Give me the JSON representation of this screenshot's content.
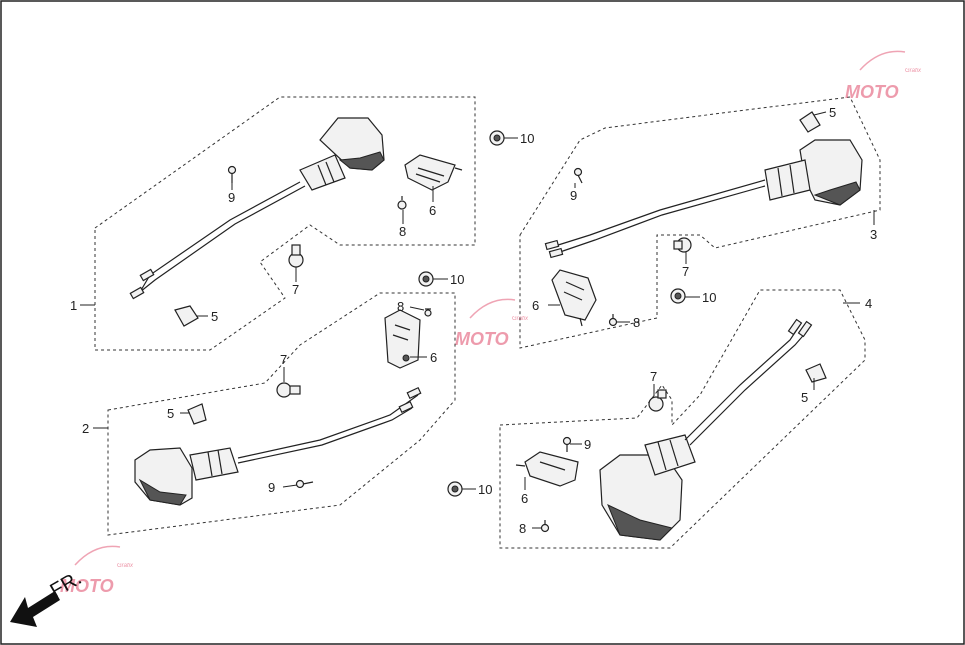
{
  "callouts": {
    "c1": "1",
    "c2": "2",
    "c3": "3",
    "c4": "4",
    "c5a": "5",
    "c5b": "5",
    "c5c": "5",
    "c5d": "5",
    "c6a": "6",
    "c6b": "6",
    "c6c": "6",
    "c6d": "6",
    "c7a": "7",
    "c7b": "7",
    "c7c": "7",
    "c7d": "7",
    "c8a": "8",
    "c8b": "8",
    "c8c": "8",
    "c8d": "8",
    "c9a": "9",
    "c9b": "9",
    "c9c": "9",
    "c9d": "9",
    "c10a": "10",
    "c10b": "10",
    "c10c": "10",
    "c10d": "10"
  },
  "direction": {
    "label": "FR."
  },
  "watermark": {
    "logo": "MOTO",
    "tagline": "Grafix"
  },
  "colors": {
    "line": "#222222",
    "watermark": "#e04a6a",
    "background": "#ffffff"
  }
}
